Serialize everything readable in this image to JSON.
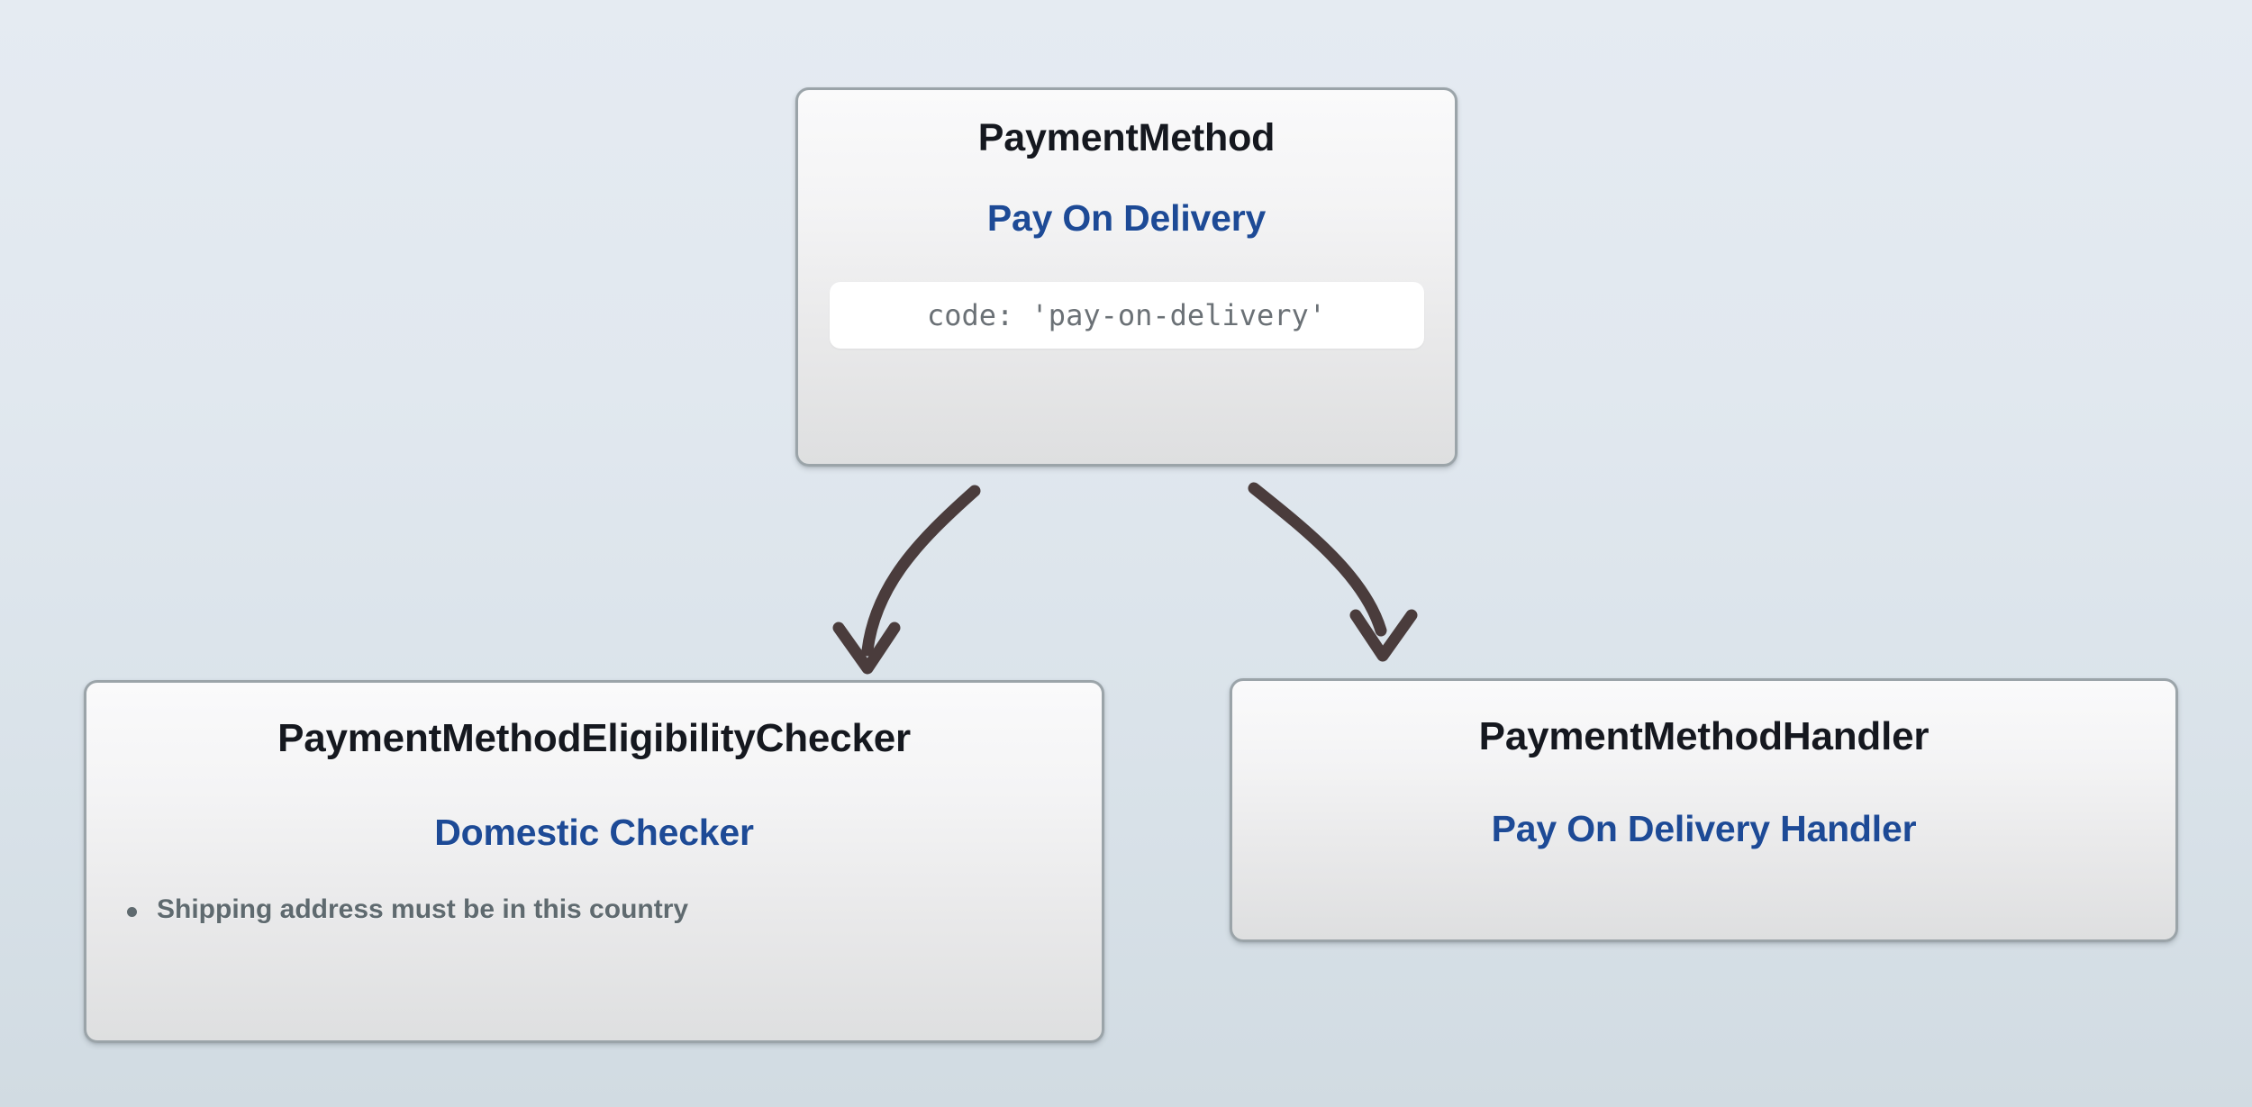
{
  "diagram": {
    "background_top_color": "#e5ebf2",
    "background_bottom_color": "#d1dbe2",
    "node_border_color": "#9ba4a9",
    "title_color": "#15181f",
    "subtitle_color": "#1d4a96",
    "bullet_text_color": "#5f6a6f",
    "code_text_color": "#6b7176",
    "arrow_color": "#4a3c3c",
    "nodes": [
      {
        "id": "payment-method",
        "title": "PaymentMethod",
        "subtitle": "Pay On Delivery",
        "code": "code: 'pay-on-delivery'"
      },
      {
        "id": "eligibility-checker",
        "title": "PaymentMethodEligibilityChecker",
        "subtitle": "Domestic Checker",
        "bullets": [
          "Shipping address must be in this country"
        ]
      },
      {
        "id": "payment-handler",
        "title": "PaymentMethodHandler",
        "subtitle": "Pay On Delivery Handler"
      }
    ],
    "edges": [
      {
        "id": "edge-to-eligibility-checker",
        "from": "payment-method",
        "to": "eligibility-checker",
        "style": "curved-arrow"
      },
      {
        "id": "edge-to-payment-handler",
        "from": "payment-method",
        "to": "payment-handler",
        "style": "curved-arrow"
      }
    ]
  }
}
